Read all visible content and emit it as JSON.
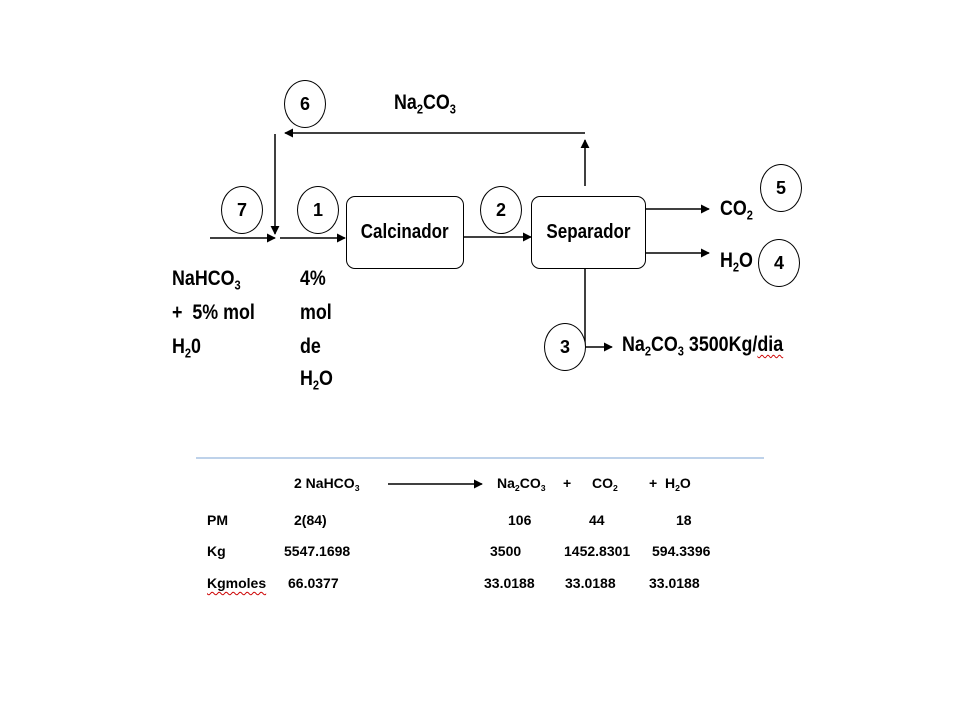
{
  "diagram": {
    "recycle_label": {
      "a": "Na",
      "b": "2",
      "c": "CO",
      "d": "3"
    },
    "blocks": {
      "calciner": "Calcinador",
      "separator": "Separador"
    },
    "streams": {
      "s1": "1",
      "s2": "2",
      "s3": "3",
      "s4": "4",
      "s5": "5",
      "s6": "6",
      "s7": "7"
    },
    "feed": {
      "l1a": "NaHCO",
      "l1b": "3",
      "l2": "+  5% mol",
      "l3a": "H",
      "l3b": "2",
      "l3c": "0"
    },
    "inlet": {
      "l1": "4%",
      "l2": "mol",
      "l3": "de",
      "l4a": "H",
      "l4b": "2",
      "l4c": "O"
    },
    "outputs": {
      "co2a": "CO",
      "co2b": "2",
      "h2oa": "H",
      "h2ob": "2",
      "h2oc": "O",
      "prod_a": "Na",
      "prod_b": "2",
      "prod_c": "CO",
      "prod_d": "3",
      "prod_e": " 3500Kg/",
      "prod_f": "dia"
    }
  },
  "table": {
    "reaction": {
      "r1a": "2 NaHCO",
      "r1b": "3",
      "p1a": "Na",
      "p1b": "2",
      "p1c": "CO",
      "p1d": "3",
      "plus1": "+",
      "p2a": "CO",
      "p2b": "2",
      "p3a": "+  H",
      "p3b": "2",
      "p3c": "O"
    },
    "rows": [
      {
        "label": "PM",
        "c1": "2(84)",
        "c2": "106",
        "c3": "44",
        "c4": "18"
      },
      {
        "label": "Kg",
        "c1": "5547.1698",
        "c2": "3500",
        "c3": "1452.8301",
        "c4": "594.3396"
      },
      {
        "label": "Kgmoles",
        "c1": "66.0377",
        "c2": "33.0188",
        "c3": "33.0188",
        "c4": "33.0188"
      }
    ]
  },
  "colors": {
    "divider": "#a9c4e4",
    "spellcheck": "#cc0000"
  }
}
